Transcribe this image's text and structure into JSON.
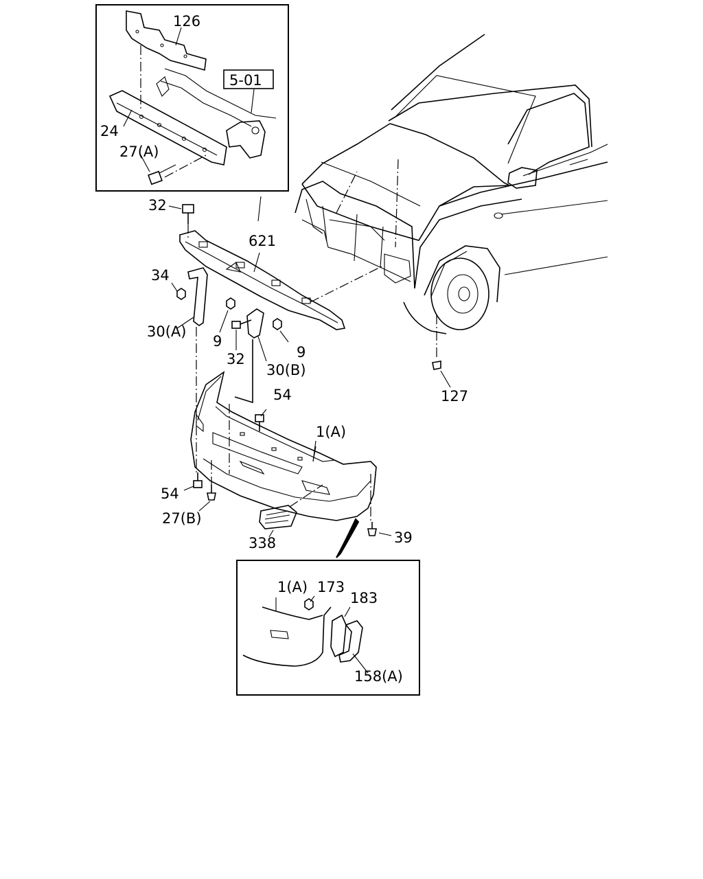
{
  "callouts": {
    "c126": "126",
    "c501": "5-01",
    "c24": "24",
    "c27a": "27(A)",
    "c32_top": "32",
    "c621": "621",
    "c34": "34",
    "c30a": "30(A)",
    "c9_left": "9",
    "c9_right": "9",
    "c32_mid": "32",
    "c30b": "30(B)",
    "c54_top": "54",
    "c1a": "1(A)",
    "c127": "127",
    "c54_bottom": "54",
    "c27b": "27(B)",
    "c338": "338",
    "c39": "39",
    "d_1a": "1(A)",
    "d_173": "173",
    "d_183": "183",
    "d_158a": "158(A)"
  }
}
